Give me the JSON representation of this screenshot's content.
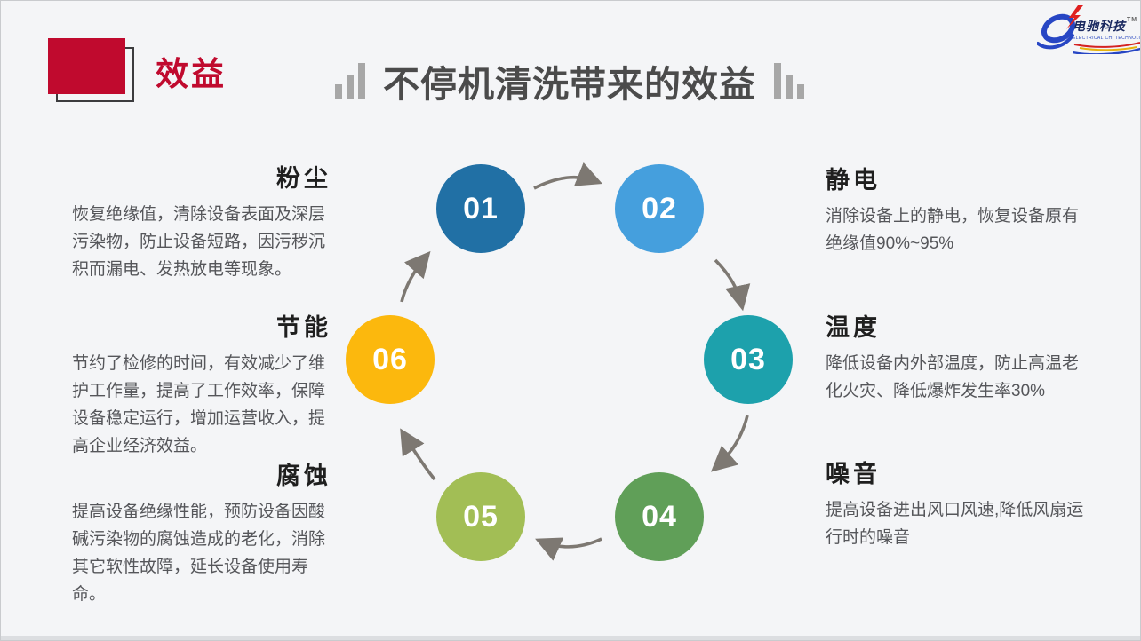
{
  "header": {
    "corner_label": "效益",
    "title": "不停机清洗带来的效益"
  },
  "logo": {
    "name": "电驰科技",
    "tm": "TM",
    "subtitle": "ELECTRICAL CHI TECHNOLOGY"
  },
  "diagram": {
    "type": "cycle",
    "steps": [
      {
        "num": "01",
        "color": "#2170a5"
      },
      {
        "num": "02",
        "color": "#459fdd"
      },
      {
        "num": "03",
        "color": "#1da1ac"
      },
      {
        "num": "04",
        "color": "#609f58"
      },
      {
        "num": "05",
        "color": "#a2be55"
      },
      {
        "num": "06",
        "color": "#fcb80d"
      }
    ],
    "arrow_color": "#7d7872"
  },
  "benefits_left": [
    {
      "heading": "粉尘",
      "body": "恢复绝缘值，清除设备表面及深层污染物，防止设备短路，因污秽沉积而漏电、发热放电等现象。"
    },
    {
      "heading": "节能",
      "body": "节约了检修的时间，有效减少了维护工作量，提高了工作效率，保障设备稳定运行，增加运营收入，提高企业经济效益。"
    },
    {
      "heading": "腐蚀",
      "body": "提高设备绝缘性能，预防设备因酸碱污染物的腐蚀造成的老化，消除其它软性故障，延长设备使用寿命。"
    }
  ],
  "benefits_right": [
    {
      "heading": "静电",
      "body": "消除设备上的静电，恢复设备原有绝缘值90%~95%"
    },
    {
      "heading": "温度",
      "body": "降低设备内外部温度，防止高温老化火灾、降低爆炸发生率30%"
    },
    {
      "heading": "噪音",
      "body": "提高设备进出风口风速,降低风扇运行时的噪音"
    }
  ],
  "colors": {
    "accent_red": "#c00a2e",
    "title_gray": "#4b4b4b",
    "background": "#f4f5f7"
  }
}
